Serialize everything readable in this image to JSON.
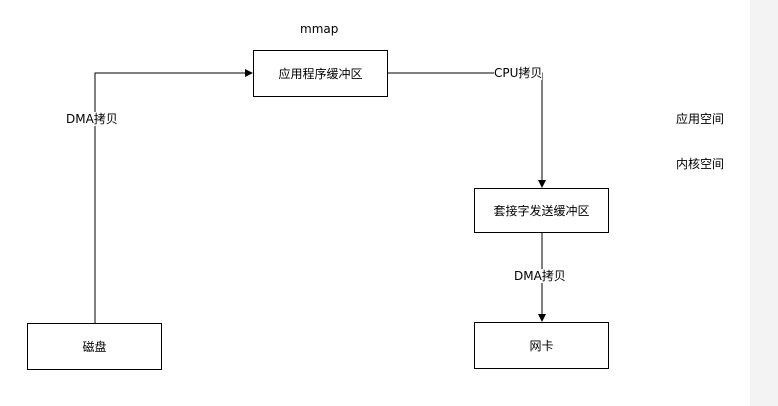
{
  "diagram": {
    "title": "mmap",
    "nodes": {
      "app_buffer": "应用程序缓冲区",
      "socket_buffer": "套接字发送缓冲区",
      "disk": "磁盘",
      "nic": "网卡"
    },
    "edge_labels": {
      "dma_copy_left": "DMA拷贝",
      "cpu_copy": "CPU拷贝",
      "dma_copy_right": "DMA拷贝"
    },
    "region_labels": {
      "user_space": "应用空间",
      "kernel_space": "内核空间"
    }
  }
}
